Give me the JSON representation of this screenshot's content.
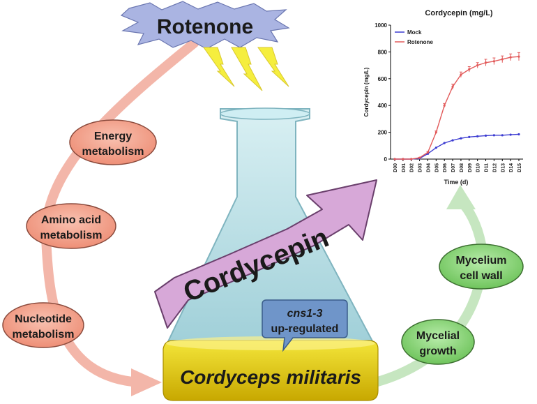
{
  "header": {
    "rotenone": "Rotenone"
  },
  "pathways": {
    "energy": [
      "Energy",
      "metabolism"
    ],
    "amino": [
      "Amino acid",
      "metabolism"
    ],
    "nucleotide": [
      "Nucleotide",
      "metabolism"
    ]
  },
  "flask": {
    "product_arrow": "Cordycepin",
    "organism": "Cordyceps militaris",
    "callout_gene": "cns1-3",
    "callout_status": "up-regulated"
  },
  "phenotypes": {
    "cell_wall": [
      "Mycelium",
      "cell wall"
    ],
    "growth": [
      "Mycelial",
      "growth"
    ]
  },
  "colors": {
    "rotenone_fill": "#aab4e2",
    "energy_fill": "#f0a08a",
    "phenotype_fill": "#8fd17c",
    "cordycepin_arrow": "#d7a8d8",
    "mock_series": "#3b3bd1",
    "rotenone_series": "#e25a5a"
  },
  "chart_data": {
    "type": "line",
    "title": "Cordycepin (mg/L)",
    "xlabel": "Time (d)",
    "ylabel": "Cordycepin (mg/L)",
    "ylim": [
      0,
      1000
    ],
    "yticks": [
      0,
      200,
      400,
      600,
      800,
      1000
    ],
    "legend_position": "top-left",
    "grid": false,
    "x": [
      "D00",
      "D01",
      "D02",
      "D03",
      "D04",
      "D05",
      "D06",
      "D07",
      "D08",
      "D09",
      "D10",
      "D11",
      "D12",
      "D13",
      "D14",
      "D15"
    ],
    "series": [
      {
        "name": "Mock",
        "color": "#3b3bd1",
        "values": [
          0,
          0,
          0,
          5,
          40,
          85,
          120,
          140,
          155,
          165,
          170,
          175,
          178,
          178,
          182,
          185
        ]
      },
      {
        "name": "Rotenone",
        "color": "#e25a5a",
        "values": [
          0,
          0,
          0,
          10,
          50,
          200,
          400,
          540,
          630,
          670,
          700,
          720,
          730,
          745,
          760,
          765
        ],
        "error": [
          0,
          0,
          0,
          3,
          6,
          10,
          15,
          20,
          20,
          20,
          20,
          25,
          25,
          25,
          25,
          30
        ]
      }
    ]
  }
}
